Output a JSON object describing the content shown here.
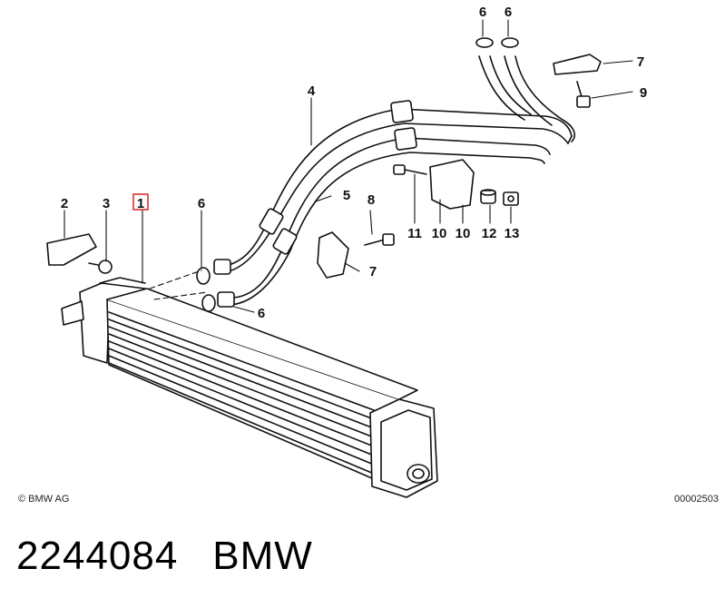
{
  "callouts": [
    {
      "id": "c6a",
      "text": "6"
    },
    {
      "id": "c6b",
      "text": "6"
    },
    {
      "id": "c7a",
      "text": "7"
    },
    {
      "id": "c9",
      "text": "9"
    },
    {
      "id": "c4",
      "text": "4"
    },
    {
      "id": "c5",
      "text": "5"
    },
    {
      "id": "c8",
      "text": "8"
    },
    {
      "id": "c7b",
      "text": "7"
    },
    {
      "id": "c11",
      "text": "11"
    },
    {
      "id": "c10a",
      "text": "10"
    },
    {
      "id": "c10b",
      "text": "10"
    },
    {
      "id": "c12",
      "text": "12"
    },
    {
      "id": "c13",
      "text": "13"
    },
    {
      "id": "c2",
      "text": "2"
    },
    {
      "id": "c3",
      "text": "3"
    },
    {
      "id": "c1",
      "text": "1"
    },
    {
      "id": "c6c",
      "text": "6"
    },
    {
      "id": "c6d",
      "text": "6"
    }
  ],
  "copyright": "© BMW AG",
  "drawing_number": "00002503",
  "part_number": "2244084",
  "brand": "BMW",
  "highlight_color": "#e03030"
}
